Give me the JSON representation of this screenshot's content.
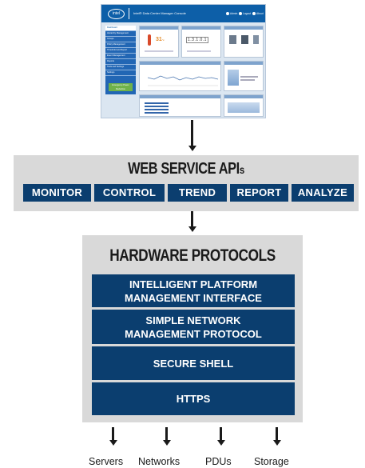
{
  "screenshot": {
    "app_title": "Intel® Data Center Manager Console",
    "logo": "intel",
    "top_nav": [
      "Admin",
      "Logout",
      "About"
    ],
    "sidebar_items": [
      "Dashboard",
      "Hierarchy Management",
      "Groups",
      "Policy Management",
      "Threshold and Report",
      "Event Management",
      "Reports",
      "Tools and Settings",
      "Settings"
    ],
    "sidebar_button": "Emergency Power Reduction",
    "widgets": {
      "temp_value": "31",
      "temp_unit": "°c",
      "counter": "1.3.1.0.1"
    }
  },
  "api": {
    "title": "WEB SERVICE API",
    "title_suffix": "s",
    "buttons": [
      "MONITOR",
      "CONTROL",
      "TREND",
      "REPORT",
      "ANALYZE"
    ]
  },
  "protocols": {
    "title": "HARDWARE PROTOCOLS",
    "items": [
      {
        "line1": "INTELLIGENT PLATFORM",
        "line2": "MANAGEMENT INTERFACE"
      },
      {
        "line1": "SIMPLE NETWORK",
        "line2": "MANAGEMENT PROTOCOL"
      },
      {
        "line1": "SECURE SHELL",
        "line2": ""
      },
      {
        "line1": "HTTPS",
        "line2": ""
      }
    ]
  },
  "targets": [
    "Servers",
    "Networks",
    "PDUs",
    "Storage"
  ],
  "colors": {
    "pill": "#0b3e6f",
    "band": "#d9d9d9",
    "arrow": "#1a1a1a",
    "console_blue": "#0d5fa8"
  }
}
